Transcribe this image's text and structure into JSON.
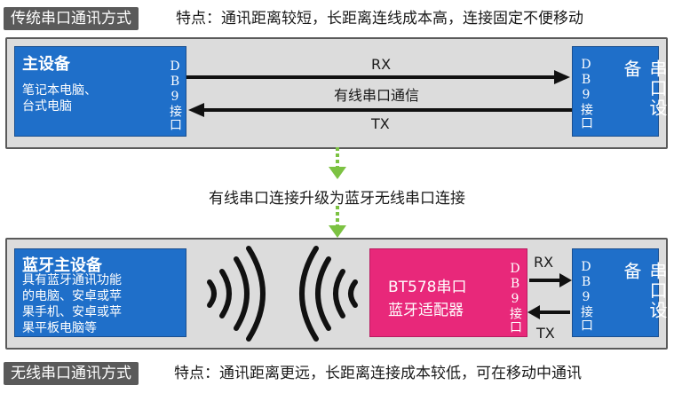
{
  "top_section": {
    "tag": "传统串口通讯方式",
    "description": "特点：通讯距离较短，长距离连线成本高，连接固定不便移动",
    "host": {
      "title": "主设备",
      "lines": [
        "笔记本电脑、",
        "台式电脑"
      ],
      "port": "DB9接口"
    },
    "rx_label": "RX",
    "link_label": "有线串口通信",
    "tx_label": "TX",
    "device": {
      "port": "DB9接口",
      "name": "串口设备"
    }
  },
  "upgrade_text": "有线串口连接升级为蓝牙无线串口连接",
  "bottom_section": {
    "host": {
      "title": "蓝牙主设备",
      "lines": [
        "具有蓝牙通讯功能",
        "的电脑、安卓或苹",
        "果手机、安卓或苹",
        "果平板电脑等"
      ]
    },
    "adapter": {
      "line1": "BT578串口",
      "line2": "蓝牙适配器",
      "port": "DB9接口"
    },
    "rx_label": "RX",
    "tx_label": "TX",
    "device": {
      "port": "DB9接口",
      "name": "串口设备"
    },
    "tag": "无线串口通讯方式",
    "description": "特点：通讯距离更远，长距离连接成本较低，可在移动中通讯"
  },
  "colors": {
    "blue": "#1f6fc9",
    "pink": "#e8287a",
    "gray": "#5a5a5a",
    "green_arrow": "#7cc242"
  },
  "icons": [
    "arrow-right-icon",
    "arrow-left-icon",
    "down-arrow-icon",
    "wireless-wave-icon"
  ]
}
